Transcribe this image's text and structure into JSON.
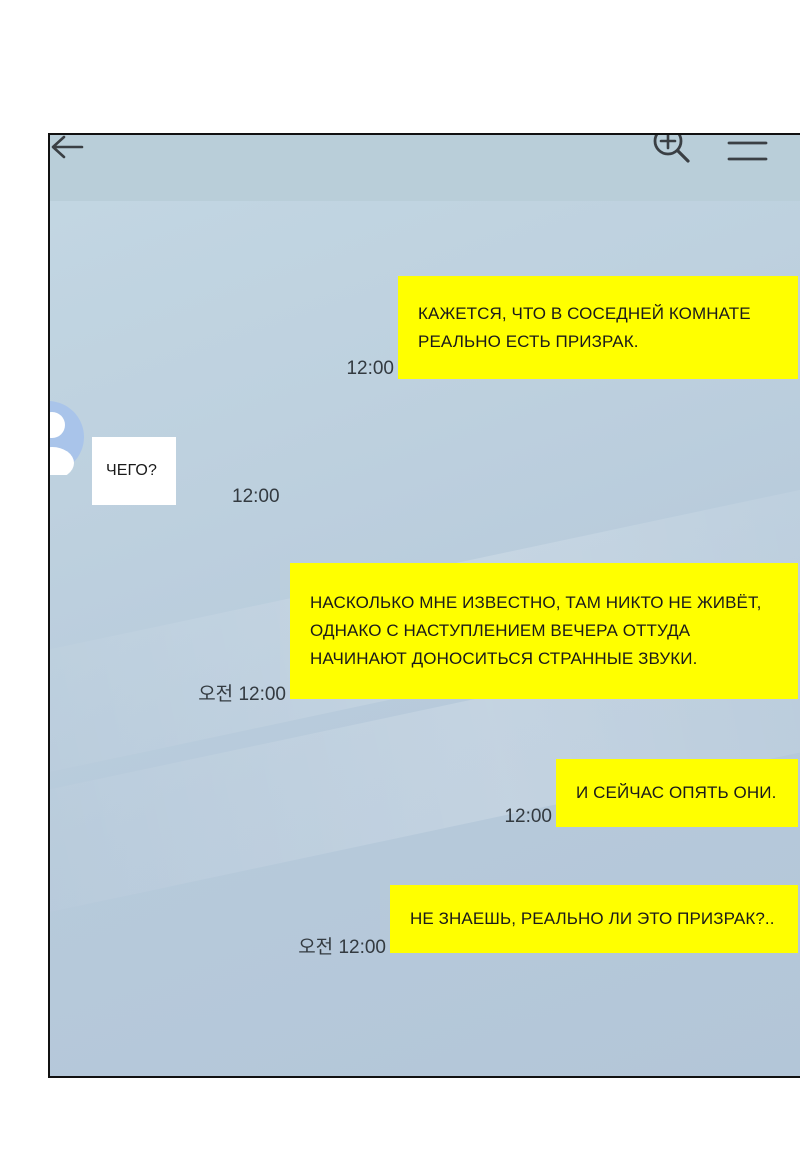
{
  "header": {
    "back_icon": "arrow-left-icon",
    "search_icon": "zoom-in-icon",
    "menu_icon": "hamburger-menu-icon"
  },
  "messages": [
    {
      "direction": "outgoing",
      "text": "КАЖЕТСЯ, ЧТО В СОСЕДНЕЙ КОМНАТЕ\nРЕАЛЬНО ЕСТЬ ПРИЗРАК.",
      "time": "12:00"
    },
    {
      "direction": "incoming",
      "text": "ЧЕГО?",
      "time": "12:00"
    },
    {
      "direction": "outgoing",
      "text": "НАСКОЛЬКО МНЕ ИЗВЕСТНО, ТАМ НИКТО НЕ ЖИВЁТ,\nОДНАКО С НАСТУПЛЕНИЕМ ВЕЧЕРА ОТТУДА\nНАЧИНАЮТ ДОНОСИТЬСЯ СТРАННЫЕ ЗВУКИ.",
      "time": "오전 12:00"
    },
    {
      "direction": "outgoing",
      "text": "И СЕЙЧАС ОПЯТЬ ОНИ.",
      "time": "12:00"
    },
    {
      "direction": "outgoing",
      "text": "НЕ ЗНАЕШЬ, РЕАЛЬНО ЛИ ЭТО ПРИЗРАК?..",
      "time": "오전 12:00"
    }
  ],
  "colors": {
    "outgoing_bubble": "#ffff00",
    "incoming_bubble": "#ffffff",
    "chat_background": "#bed1df"
  }
}
